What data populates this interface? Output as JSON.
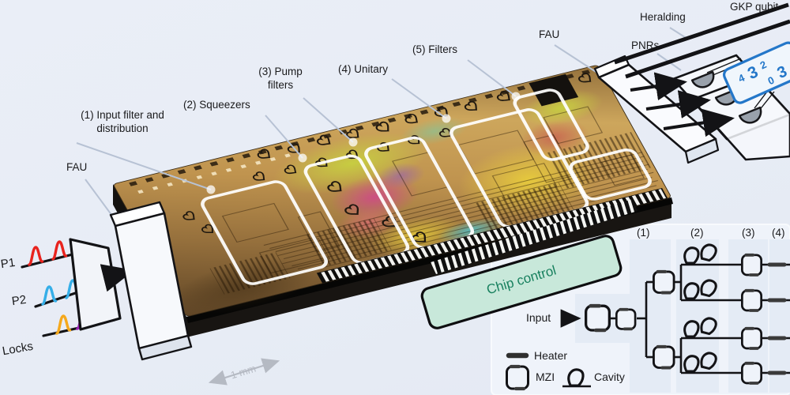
{
  "labels": {
    "regions": [
      {
        "line1": "(1) Input filter and",
        "line2": "distribution"
      },
      {
        "line1": "(2) Squeezers",
        "line2": ""
      },
      {
        "line1": "(3) Pump",
        "line2": "filters"
      },
      {
        "line1": "(4) Unitary",
        "line2": ""
      },
      {
        "line1": "(5) Filters",
        "line2": ""
      }
    ],
    "fau_left": "FAU",
    "fau_right": "FAU",
    "pnrs": "PNRs",
    "heralding": "Heralding",
    "gkp_qubit": "GKP qubit",
    "chip_control": "Chip control",
    "scale_bar": "1 mm"
  },
  "inputs": {
    "p1": "P1",
    "p2": "P2",
    "locks": "Locks"
  },
  "detector_readout": {
    "row1": [
      "4",
      "3",
      "2"
    ],
    "row2": [
      "0",
      "3"
    ]
  },
  "inset": {
    "input_label": "Input",
    "columns": [
      "(1)",
      "(2)",
      "(3)",
      "(4)"
    ],
    "legend": {
      "heater": "Heater",
      "mzi": "MZI",
      "cavity": "Cavity"
    }
  },
  "colors": {
    "background": "#e9edf6",
    "pulse_p1": "#e8231e",
    "pulse_p2": "#35aee8",
    "pulse_lock1": "#f5a81c",
    "pulse_lock2": "#9c1fb8",
    "chip_control_fill": "#c8e8da",
    "chip_control_text": "#17805e",
    "card_blue": "#2477c9",
    "detector_gray": "#99a1ab"
  }
}
